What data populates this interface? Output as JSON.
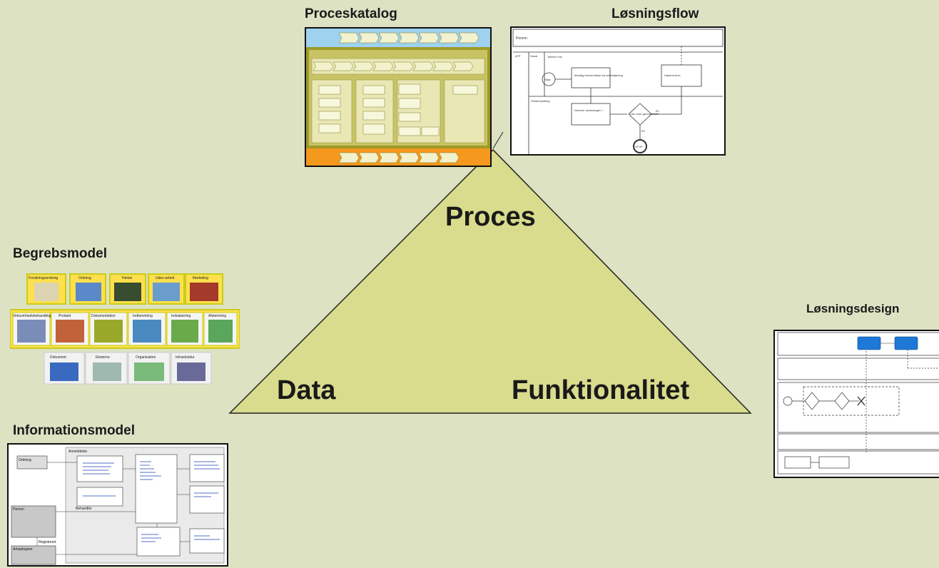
{
  "labels": {
    "proceskatalog": "Proceskatalog",
    "loesningsflow": "Løsningsflow",
    "begrebsmodel": "Begrebsmodel",
    "loesningsdesign": "Løsningsdesign",
    "informationsmodel": "Informationsmodel"
  },
  "triangle": {
    "top": "Proces",
    "left": "Data",
    "right": "Funktionalitet",
    "fill": "#d8dc8c"
  },
  "flow": {
    "pool": "Person",
    "lane1": "ATP",
    "sub1": "Kanal",
    "channel_note": "Telefon Fax",
    "start": "Start",
    "task1": "Modtag henvendelse via selvbetjening",
    "task2": "Udsend brev",
    "lane2": "Sekbehandling",
    "task3": "Generer anvisninger t...",
    "gateway": "Use case gennemført?",
    "g1": "E1",
    "g2": "E2",
    "stop": "STOP"
  },
  "begreb": {
    "row1": [
      "Forsikringsordning",
      "Ordning",
      "Ydelse",
      "Uden-arbeit",
      "Marketing"
    ],
    "row2": [
      "Virksomhedsbehandling",
      "Produkt",
      "Dokumentation",
      "Indberetning",
      "Indsatsering",
      "Afstemning"
    ],
    "row3": [
      "Dokument",
      "Eksterne",
      "Organisation",
      "Infrastruktur"
    ]
  },
  "info": {
    "c1": "Ordning",
    "c2": "Person",
    "c3": "Arbejdsgiver",
    "pkg": "Anmeldelse",
    "r1": "Behandler",
    "r2": "Registreret"
  },
  "colors": {
    "background": "#dde2c3",
    "catalog_top": "#9ed2ee",
    "catalog_body": "#9e9a27",
    "catalog_bottom": "#f5981e",
    "chevron": "#f2f2ce",
    "tile_yellow": "#fde04c",
    "tile_border": "#c9cc1c",
    "design_blue": "#1e78d6"
  }
}
